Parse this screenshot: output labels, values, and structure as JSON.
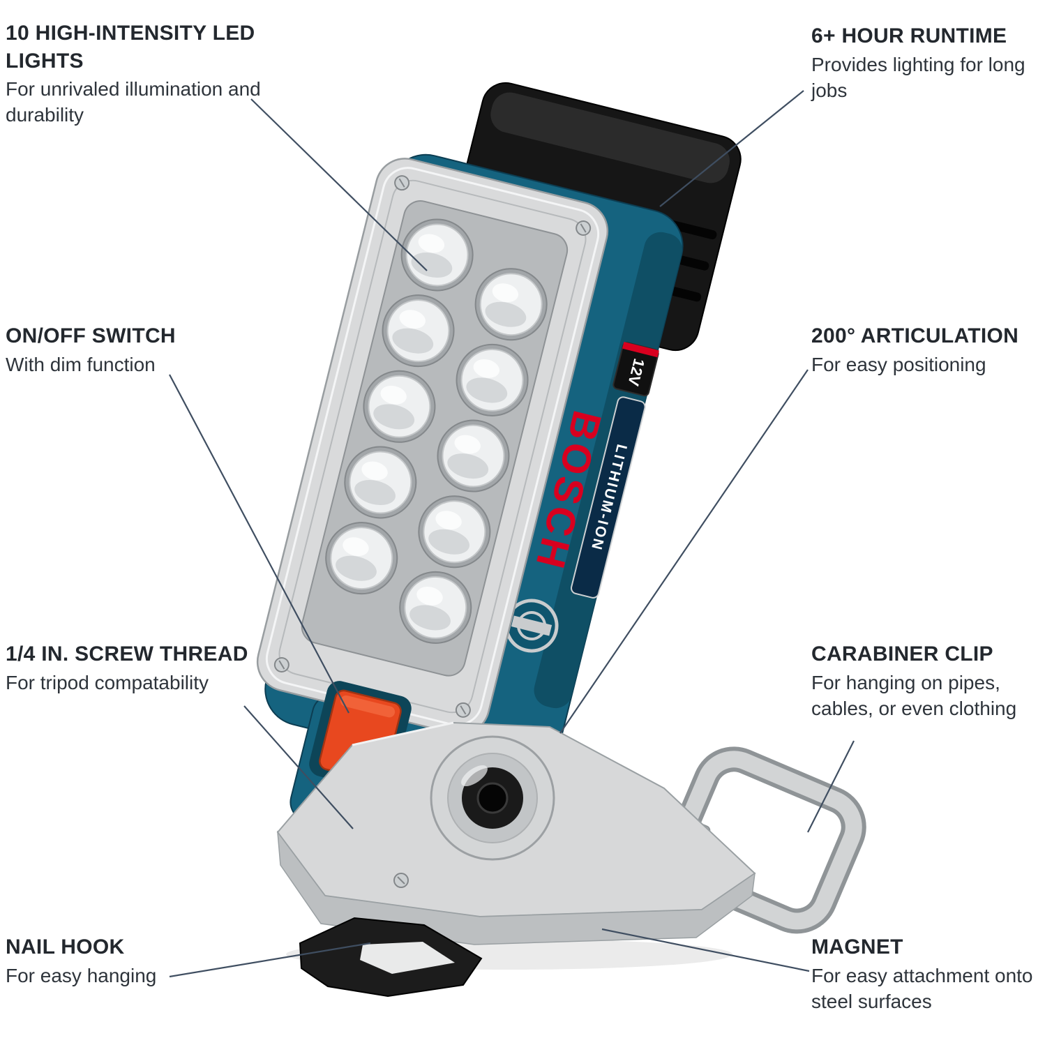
{
  "callouts": {
    "led": {
      "title": "10 HIGH-INTENSITY LED LIGHTS",
      "desc": "For unrivaled illumination and durability"
    },
    "runtime": {
      "title": "6+ HOUR RUNTIME",
      "desc": "Provides lighting for long jobs"
    },
    "switch": {
      "title": "ON/OFF SWITCH",
      "desc": "With dim function"
    },
    "articulation": {
      "title": "200° ARTICULATION",
      "desc": "For easy positioning"
    },
    "screw": {
      "title": "1/4 IN. SCREW THREAD",
      "desc": "For tripod compatability"
    },
    "carabiner": {
      "title": "CARABINER CLIP",
      "desc": "For hanging on pipes, cables, or even clothing"
    },
    "nail": {
      "title": "NAIL HOOK",
      "desc": "For easy hanging"
    },
    "magnet": {
      "title": "MAGNET",
      "desc": "For easy attachment onto steel surfaces"
    }
  },
  "product": {
    "brand": "BOSCH",
    "battery": "LITHIUM-ION",
    "voltage": "12V"
  },
  "colors": {
    "body_blue": "#15637f",
    "brand_red": "#d8001f",
    "switch_orange": "#e8481f",
    "silver": "#d9dadb",
    "leader_line": "#3f4e61"
  }
}
